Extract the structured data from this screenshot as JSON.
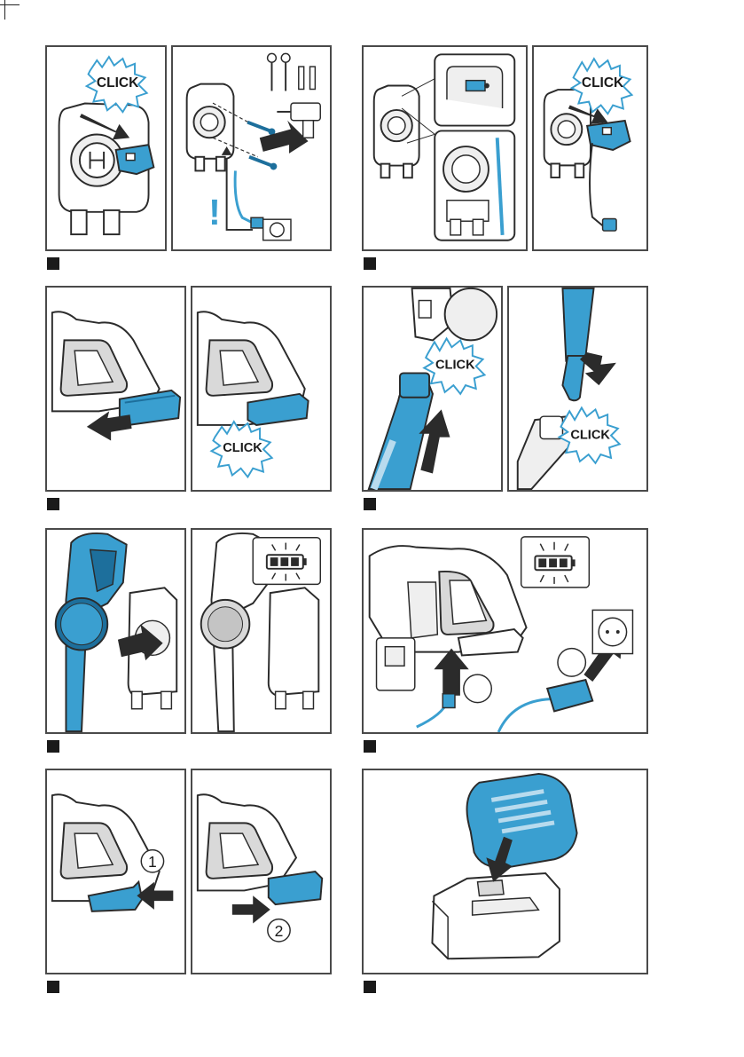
{
  "labels": {
    "click": "CLICK",
    "warning": "!",
    "step_one": "1",
    "step_two": "2"
  },
  "colors": {
    "accent_blue": "#3a9fd0",
    "dark_blue": "#1d6f9c",
    "line": "#2b2b2b",
    "gray_fill": "#d9d9d9",
    "light_gray": "#efefef",
    "frame": "#4a4a4a"
  },
  "icons": {
    "arrow": "arrow-icon",
    "click_burst": "click-burst-icon",
    "battery_blink": "battery-blinking-icon",
    "wall_socket": "wall-socket-icon",
    "screws": "screws-and-plugs-icon",
    "drill": "drill-icon"
  }
}
